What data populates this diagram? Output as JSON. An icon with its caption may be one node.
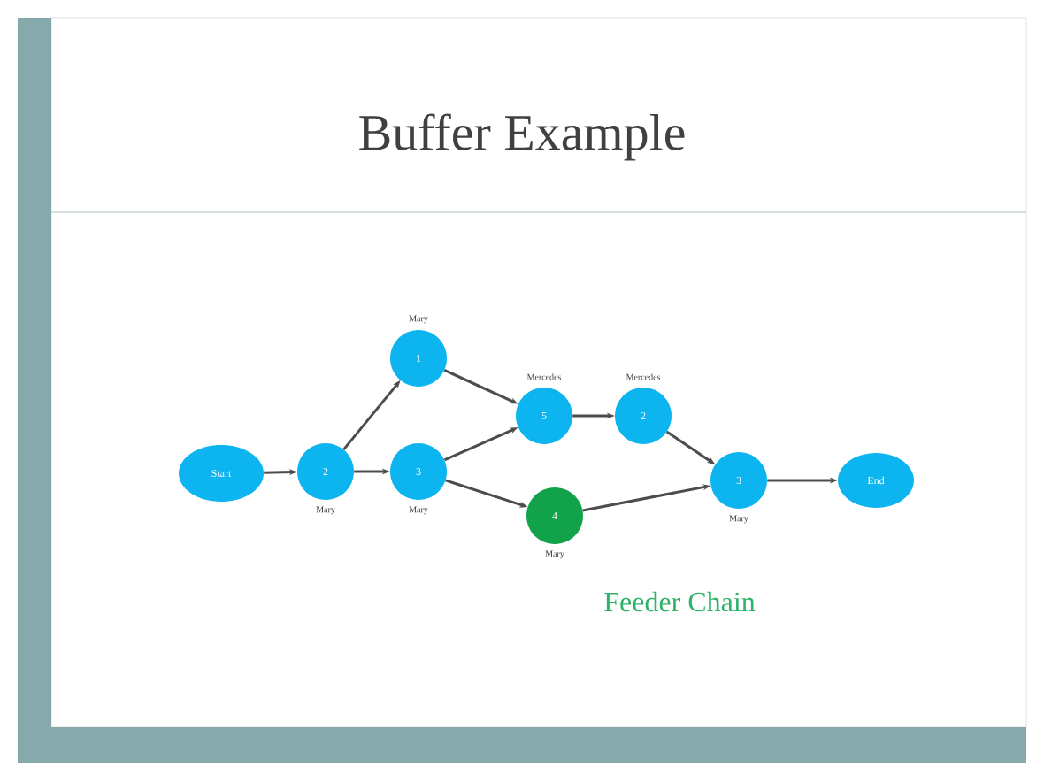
{
  "diagram": {
    "title": "Buffer Example",
    "nodes": [
      {
        "text": [
          "Start"
        ]
      },
      {
        "text": [
          "2"
        ],
        "beside": [
          "Mary"
        ]
      },
      {
        "text": [
          "1"
        ],
        "beside": [
          "Mary"
        ]
      },
      {
        "text": [
          "3"
        ],
        "beside": [
          "Mary"
        ]
      },
      {
        "text": [
          "5"
        ],
        "beside": [
          "Mercedes"
        ]
      },
      {
        "text": [
          "2"
        ],
        "beside": [
          "Mercedes"
        ]
      },
      {
        "text": [
          "4"
        ],
        "beside": [
          "Mary"
        ]
      },
      {
        "text": [
          "3"
        ],
        "beside": [
          "Mary"
        ]
      },
      {
        "text": [
          "End"
        ]
      }
    ],
    "edges": [
      {
        "from": 0,
        "to": 1,
        "arrow": "to"
      },
      {
        "from": 1,
        "to": 2,
        "arrow": "to"
      },
      {
        "from": 1,
        "to": 3,
        "arrow": "to"
      },
      {
        "from": 2,
        "to": 4,
        "arrow": "to"
      },
      {
        "from": 3,
        "to": 4,
        "arrow": "to"
      },
      {
        "from": 3,
        "to": 6,
        "arrow": "to"
      },
      {
        "from": 4,
        "to": 5,
        "arrow": "to"
      },
      {
        "from": 5,
        "to": 7,
        "arrow": "to"
      },
      {
        "from": 6,
        "to": 7,
        "arrow": "to"
      },
      {
        "from": 7,
        "to": 8,
        "arrow": "to"
      }
    ],
    "labels": [
      "Feeder Chain"
    ]
  }
}
